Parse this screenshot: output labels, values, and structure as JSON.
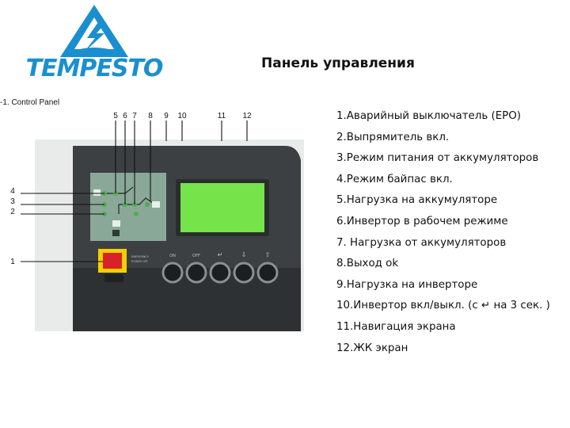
{
  "logo": {
    "brand": "TEMPESTO"
  },
  "title": "Панель управления",
  "figure": {
    "caption": "-1. Control Panel",
    "top_callouts": [
      "5",
      "6",
      "7",
      "8",
      "9",
      "10",
      "11",
      "12"
    ],
    "left_callouts": [
      "4",
      "3",
      "2",
      "1"
    ],
    "button_labels": [
      "ON",
      "OFF",
      "",
      "",
      ""
    ]
  },
  "items": [
    "1.Аварийный выключатель (EPO)",
    "2.Выпрямитель вкл.",
    "3.Режим питания от аккумуляторов",
    "4.Режим байпас вкл.",
    "5.Нагрузка на аккумуляторе",
    "6.Инвертор в рабочем режиме",
    "7. Нагрузка от аккумуляторов",
    "8.Выход ok",
    "9.Нагрузка на инверторе",
    "10.Инвертор вкл/выкл. (с ↵ на 3 сек. )",
    "11.Навигация экрана",
    "12.ЖК экран"
  ],
  "colors": {
    "brand_blue": "#1a8fd0",
    "panel_dark": "#3c4042",
    "led_green": "#4caf50",
    "lcd_green": "#76e34a",
    "epo_red": "#d8222a"
  }
}
